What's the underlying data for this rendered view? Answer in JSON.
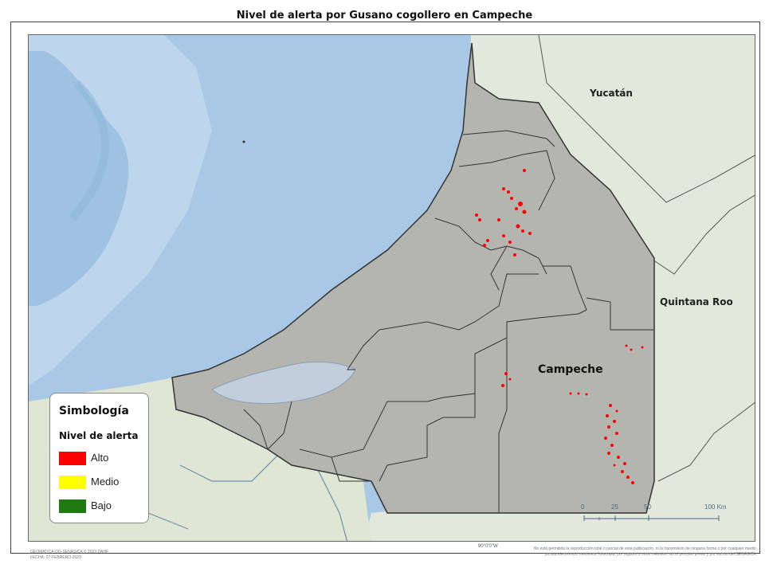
{
  "map": {
    "title": "Nivel de alerta por Gusano cogollero en Campeche",
    "labels": {
      "yucatan": "Yucatán",
      "quintana_roo": "Quintana Roo",
      "campeche": "Campeche"
    },
    "colors": {
      "ocean": "#a8c8e6",
      "ocean_deep": "#c7dcee",
      "land": "#e4e8dc",
      "campeche_fill": "#b5b5b0",
      "boundary": "#333333",
      "alto": "#ff0000",
      "medio": "#ffff00",
      "bajo": "#1f7a0f"
    }
  },
  "legend": {
    "title": "Simbología",
    "subtitle": "Nivel de alerta",
    "items": [
      {
        "label": "Alto",
        "color": "#ff0000"
      },
      {
        "label": "Medio",
        "color": "#ffff00"
      },
      {
        "label": "Bajo",
        "color": "#1f7a0f"
      }
    ]
  },
  "scale_bar": {
    "labels": [
      "0",
      "25",
      "50",
      "100 Km"
    ]
  },
  "coordinate_label": "90°0'0\"W",
  "footer": {
    "credit_line1": "GEOMATICA-DG-SENASICA © 2023 DAHF",
    "credit_line2": "FECHA: 27-FEBRERO-2023",
    "disclaimer_line1": "No está permitida la reproducción total o parcial de esta publicación, ni la transmisión de ninguna forma o por cualquier medio,",
    "disclaimer_line2": "ya sea electrónico, mecánico, fotocopia, por registro u otros métodos, sin el permiso previo y por escrito del SENASICA."
  }
}
